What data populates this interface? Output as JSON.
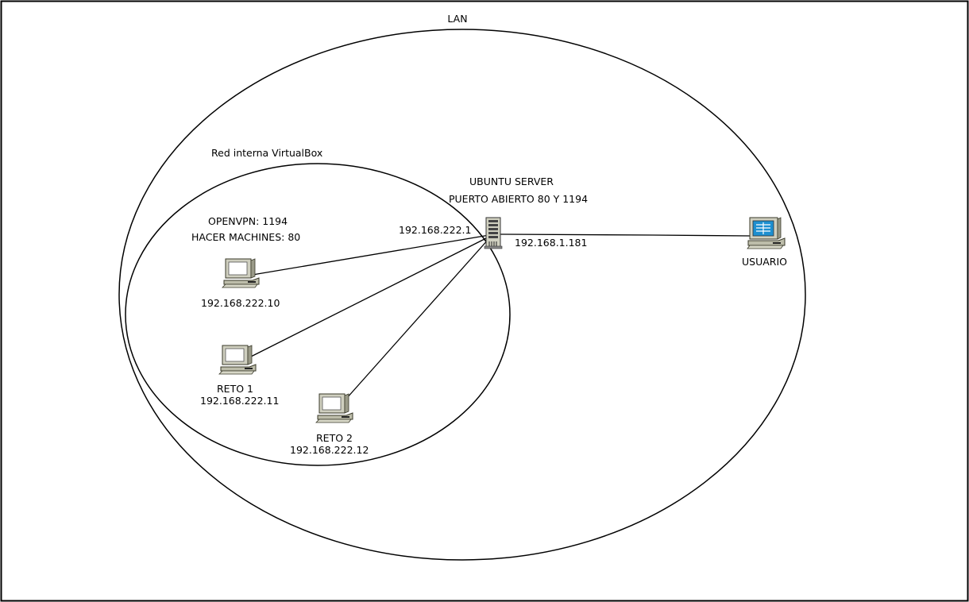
{
  "diagram": {
    "lan_label": "LAN",
    "vbox_label": "Red interna VirtualBox",
    "server": {
      "name": "UBUNTU SERVER",
      "ports": "PUERTO ABIERTO 80 Y 1194",
      "ip_internal": "192.168.222.1",
      "ip_lan": "192.168.1.181"
    },
    "openvpn_note": "OPENVPN: 1194",
    "hacer_note": "HACER MACHINES: 80",
    "pc1": {
      "ip": "192.168.222.10"
    },
    "pc2": {
      "name": "RETO 1",
      "ip": "192.168.222.11"
    },
    "pc3": {
      "name": "RETO 2",
      "ip": "192.168.222.12"
    },
    "user": {
      "name": "USUARIO"
    }
  }
}
